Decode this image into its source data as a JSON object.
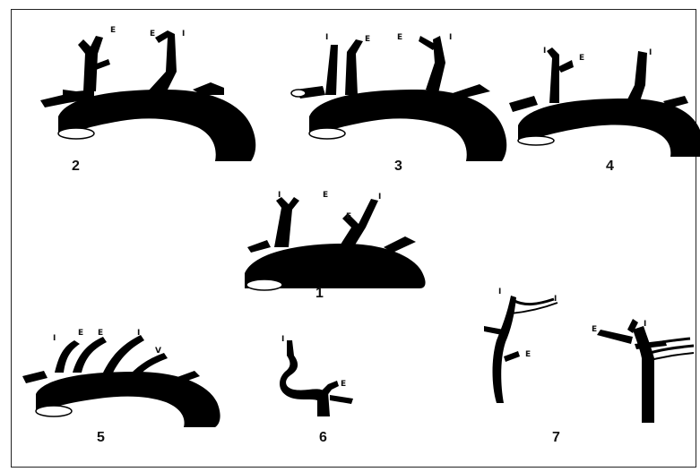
{
  "panels": [
    {
      "id": "1",
      "label": "1"
    },
    {
      "id": "2",
      "label": "2"
    },
    {
      "id": "3",
      "label": "3"
    },
    {
      "id": "4",
      "label": "4"
    },
    {
      "id": "5",
      "label": "5"
    },
    {
      "id": "6",
      "label": "6"
    },
    {
      "id": "7",
      "label": "7"
    }
  ],
  "colors": {
    "vessel": "#000000",
    "background": "#ffffff",
    "border": "#222222"
  }
}
